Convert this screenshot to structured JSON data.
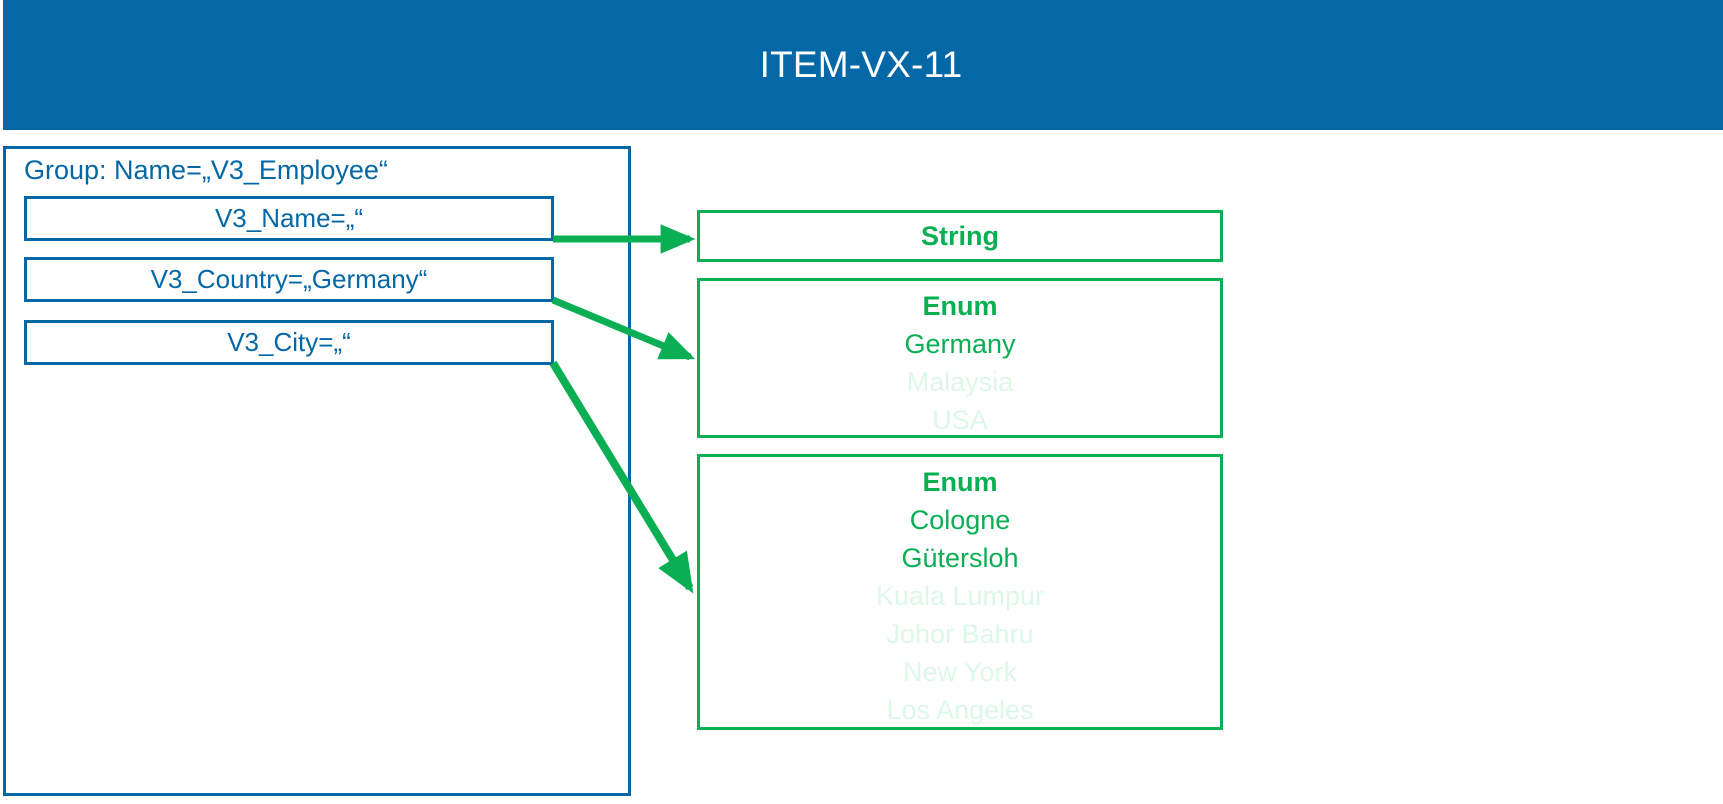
{
  "header": {
    "title": "ITEM-VX-11",
    "background_color": "#0568A6",
    "text_color": "#FFFFFF"
  },
  "colors": {
    "blue": "#0568A6",
    "green": "#0AAF54",
    "green_dim": "#DDF8E8",
    "background": "#FFFFFF"
  },
  "group": {
    "label": "Group: Name=„V3_Employee“",
    "border_color": "#0568A6",
    "attributes": [
      {
        "label": "V3_Name=„“",
        "name": "V3_Name",
        "value": ""
      },
      {
        "label": "V3_Country=„Germany“",
        "name": "V3_Country",
        "value": "Germany"
      },
      {
        "label": "V3_City=„“",
        "name": "V3_City",
        "value": ""
      }
    ]
  },
  "types": [
    {
      "title": "String",
      "kind": "String",
      "items": []
    },
    {
      "title": "Enum",
      "kind": "Enum",
      "items": [
        {
          "label": "Germany",
          "state": "active"
        },
        {
          "label": "Malaysia",
          "state": "dim"
        },
        {
          "label": "USA",
          "state": "dim"
        }
      ]
    },
    {
      "title": "Enum",
      "kind": "Enum",
      "items": [
        {
          "label": "Cologne",
          "state": "active"
        },
        {
          "label": "Gütersloh",
          "state": "active"
        },
        {
          "label": "Kuala Lumpur",
          "state": "dim"
        },
        {
          "label": "Johor Bahru",
          "state": "dim"
        },
        {
          "label": "New York",
          "state": "dim"
        },
        {
          "label": "Los Angeles",
          "state": "dim"
        }
      ]
    }
  ],
  "connectors": [
    {
      "from": "V3_Name",
      "to": "String",
      "style": "arrow"
    },
    {
      "from": "V3_Country",
      "to": "Enum-Country",
      "style": "arrow"
    },
    {
      "from": "V3_City",
      "to": "Enum-City",
      "style": "arrow"
    }
  ]
}
